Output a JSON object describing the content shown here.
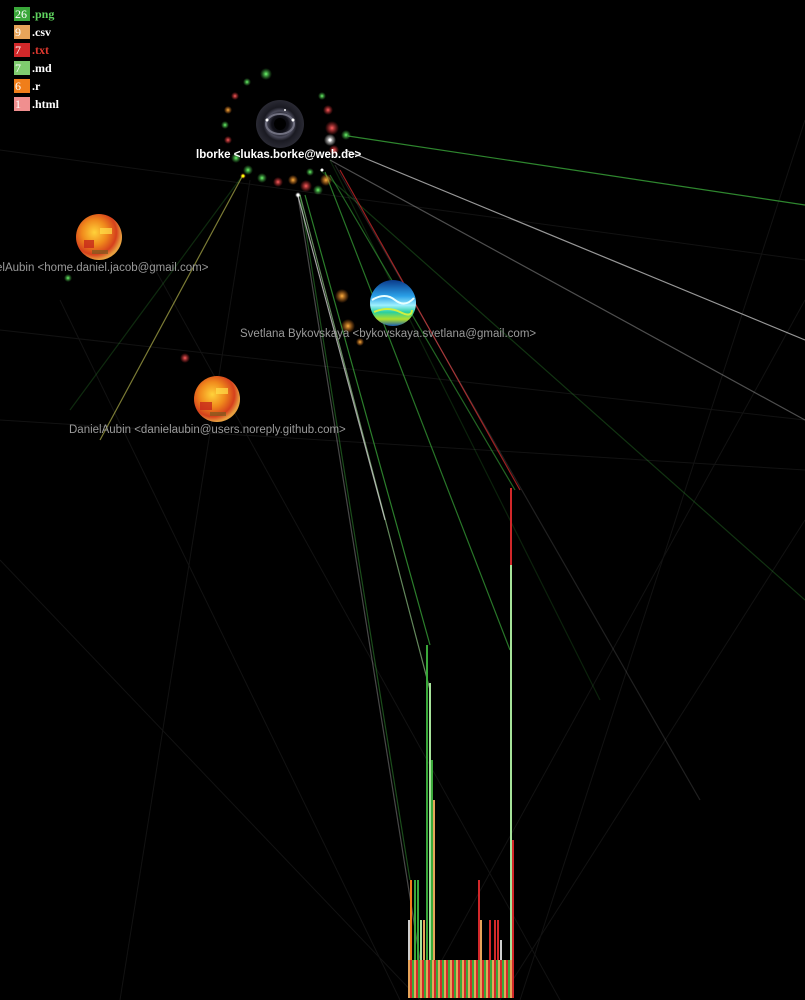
{
  "legend": [
    {
      "count": "26",
      "ext": ".png",
      "color": "#3aa83a",
      "text_color": "#5fd35f"
    },
    {
      "count": "9",
      "ext": ".csv",
      "color": "#e7a45a",
      "text_color": "#ffffff"
    },
    {
      "count": "7",
      "ext": ".txt",
      "color": "#d2282a",
      "text_color": "#e0392f"
    },
    {
      "count": "7",
      "ext": ".md",
      "color": "#7fcc6f",
      "text_color": "#ffffff"
    },
    {
      "count": "6",
      "ext": ".r",
      "color": "#f07e1a",
      "text_color": "#ffffff"
    },
    {
      "count": "1",
      "ext": ".html",
      "color": "#f08f8f",
      "text_color": "#ffffff"
    }
  ],
  "users": {
    "main": {
      "label": "lborke <lukas.borke@web.de>",
      "avatar": "black-hole-avatar"
    },
    "daniel_home": {
      "label": "elAubin <home.daniel.jacob@gmail.com>",
      "avatar": "orange-abstract-avatar"
    },
    "svetlana": {
      "label": "Svetlana Bykovskaya <bykovskaya.svetlana@gmail.com>",
      "avatar": "blue-wave-avatar"
    },
    "daniel_github": {
      "label": "DanielAubin <danielaubin@users.noreply.github.com>",
      "avatar": "orange-abstract-avatar"
    }
  },
  "colors": {
    "png": "#3aa83a",
    "csv": "#e7a45a",
    "txt": "#d2282a",
    "md": "#a6e39a",
    "r": "#f07e1a",
    "html": "#f08f8f",
    "gray": "#cfcfcf"
  }
}
